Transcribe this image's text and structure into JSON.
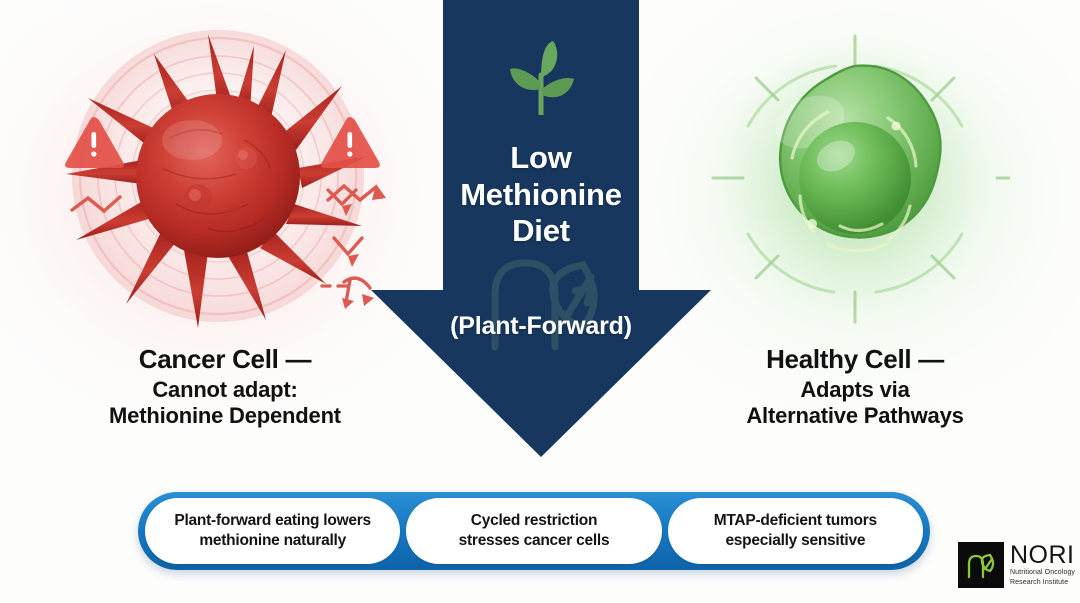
{
  "theme": {
    "navy": "#17375e",
    "navy_deep": "#14365c",
    "blue_bar": "#1576c0",
    "blue_bar_light": "#2a8fd4",
    "green_leaf": "#5a9e52",
    "cancer_red": "#c0342c",
    "cancer_red_light": "#e86a62",
    "healthy_green": "#5fae55",
    "healthy_green_light": "#a8d89c",
    "bg_left_tint": "#f7e3e2",
    "bg_right_tint": "#e6f4e2",
    "text_dark": "#111111",
    "white": "#ffffff",
    "logo_black": "#0b0b0b"
  },
  "left_panel": {
    "art_name": "cancer-cell-illustration",
    "icons": [
      "warning-triangle-icon",
      "warning-triangle-icon",
      "declining-zigzag-arrow-icon",
      "branching-arrow-icon"
    ],
    "caption_head": "Cancer Cell —",
    "caption_line2": "Cannot adapt:",
    "caption_line3": "Methionine Dependent"
  },
  "center_arrow": {
    "icon": "sprout-leaf-icon",
    "watermark_icon": "nori-leaf-watermark-icon",
    "title_line1": "Low",
    "title_line2": "Methionine",
    "title_line3": "Diet",
    "subtitle": "(Plant-Forward)"
  },
  "right_panel": {
    "art_name": "healthy-cell-illustration",
    "icons": [
      "radiating-rays-icon",
      "cell-nucleus-icon"
    ],
    "caption_head": "Healthy Cell —",
    "caption_line2": "Adapts via",
    "caption_line3": "Alternative Pathways"
  },
  "fact_bar": {
    "facts": [
      {
        "line1": "Plant-forward eating lowers",
        "line2": "methionine naturally"
      },
      {
        "line1": "Cycled restriction",
        "line2": "stresses cancer cells"
      },
      {
        "line1": "MTAP-deficient tumors",
        "line2": "especially sensitive"
      }
    ]
  },
  "logo": {
    "mark_icon": "nori-leaf-logo-icon",
    "wordmark": "NORI",
    "sub_line1": "Nutritional Oncology",
    "sub_line2": "Research Institute"
  }
}
